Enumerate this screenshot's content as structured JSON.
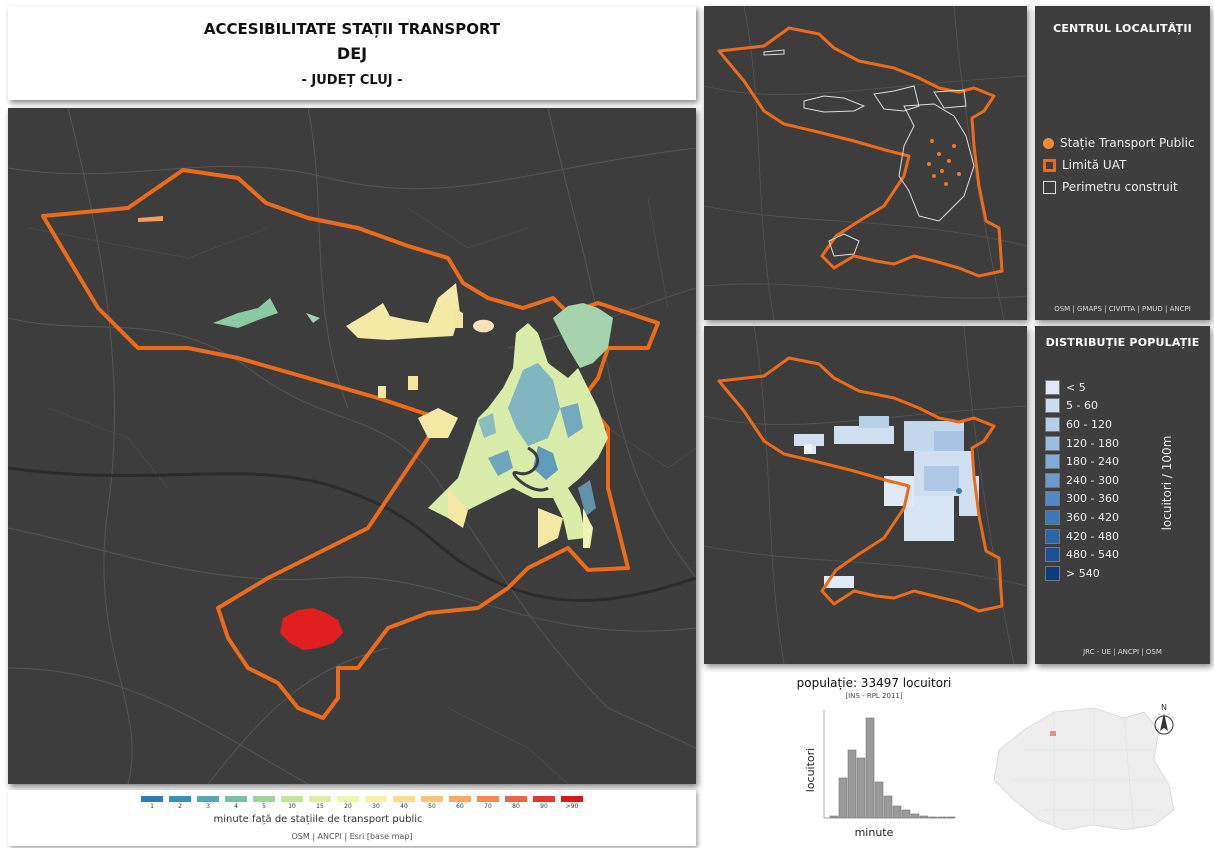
{
  "title": {
    "line1": "ACCESIBILITATE STAȚII TRANSPORT",
    "line2": "DEJ",
    "line3": "- JUDEȚ CLUJ -"
  },
  "legend_minutes": {
    "classes": [
      {
        "label": "1",
        "color": "#2c7bb6"
      },
      {
        "label": "2",
        "color": "#3e8fb8"
      },
      {
        "label": "3",
        "color": "#5aa6b0"
      },
      {
        "label": "4",
        "color": "#7fbfa8"
      },
      {
        "label": "5",
        "color": "#a3d29f"
      },
      {
        "label": "10",
        "color": "#c3e39f"
      },
      {
        "label": "15",
        "color": "#dcefa6"
      },
      {
        "label": "20",
        "color": "#eef6b4"
      },
      {
        "label": "30",
        "color": "#fbf0a8"
      },
      {
        "label": "40",
        "color": "#fddc8c"
      },
      {
        "label": "50",
        "color": "#fdc47a"
      },
      {
        "label": "60",
        "color": "#f9a964"
      },
      {
        "label": "70",
        "color": "#f38a52"
      },
      {
        "label": "80",
        "color": "#e96644"
      },
      {
        "label": "90",
        "color": "#dc3b33"
      },
      {
        "label": ">90",
        "color": "#d7191c"
      }
    ],
    "caption": "minute față de stațiile de transport public",
    "source": "OSM | ANCPI | Esri [base map]"
  },
  "legend_center": {
    "title": "CENTRUL LOCALITĂȚII",
    "items": [
      {
        "label": "Stație Transport Public",
        "icon": "orange-dot-icon"
      },
      {
        "label": "Limită UAT",
        "icon": "orange-square-outline-icon"
      },
      {
        "label": "Perimetru construit",
        "icon": "white-square-outline-icon"
      }
    ],
    "source": "OSM | GMAPS | CIVITTA | PMUD | ANCPI"
  },
  "legend_population": {
    "title": "DISTRIBUȚIE POPULAȚIE",
    "axis_label": "locuitori / 100m",
    "classes": [
      {
        "label": "< 5",
        "color": "#dfe9f5"
      },
      {
        "label": "5 - 60",
        "color": "#cbdcef"
      },
      {
        "label": "60 - 120",
        "color": "#b5cee8"
      },
      {
        "label": "120 - 180",
        "color": "#9cbde0"
      },
      {
        "label": "180 - 240",
        "color": "#82acd7"
      },
      {
        "label": "240 - 300",
        "color": "#6a9bcf"
      },
      {
        "label": "300 - 360",
        "color": "#5289c5"
      },
      {
        "label": "360 - 420",
        "color": "#3c77b9"
      },
      {
        "label": "420 - 480",
        "color": "#2a64a9"
      },
      {
        "label": "480 - 540",
        "color": "#1b5194"
      },
      {
        "label": "> 540",
        "color": "#0c3c7a"
      }
    ],
    "source": "JRC - UE | ANCPI | OSM"
  },
  "info": {
    "population": "populație: 33497 locuitori",
    "source": "[INS - RPL 2011]",
    "north": "N"
  },
  "chart_data": {
    "type": "bar",
    "xlabel": "minute",
    "ylabel": "locuitori",
    "values": [
      2,
      40,
      68,
      60,
      100,
      36,
      22,
      12,
      8,
      4,
      2,
      1,
      1,
      1
    ]
  }
}
